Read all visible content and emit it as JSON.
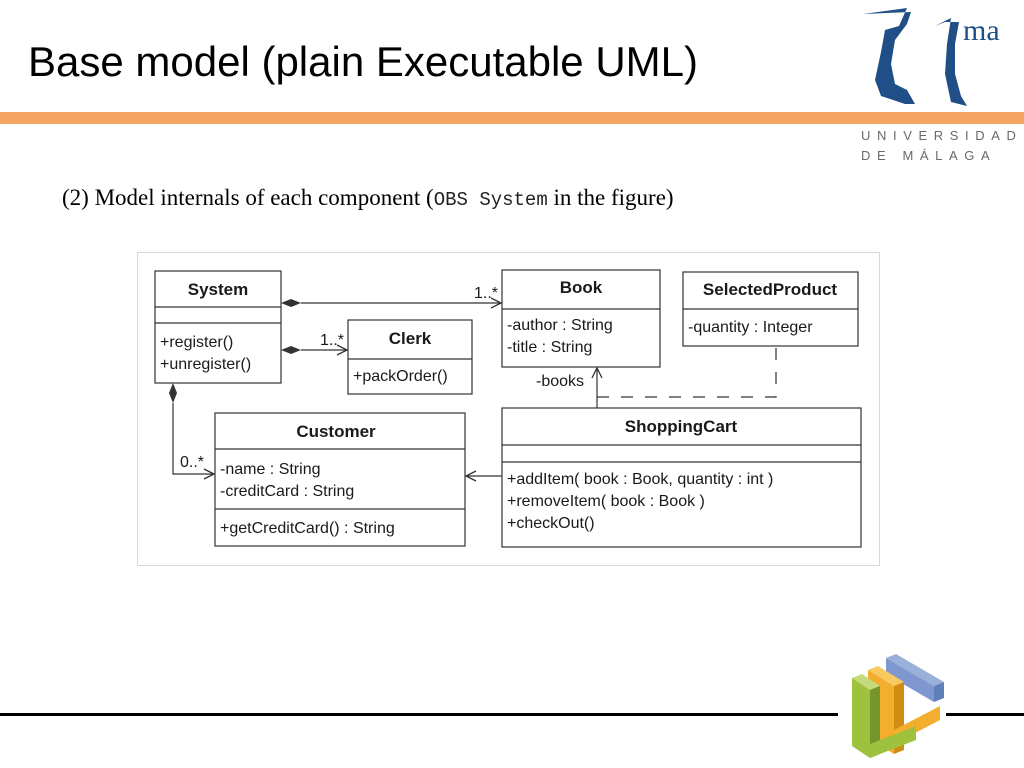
{
  "slide": {
    "title": "Base model (plain Executable UML)",
    "subtitle_prefix": "(2) Model internals of each component (",
    "subtitle_code": "OBS System",
    "subtitle_suffix": " in the figure)"
  },
  "logo": {
    "mark": "ma",
    "line1": "UNIVERSIDAD",
    "line2": "DE MÁLAGA"
  },
  "colors": {
    "accent_bar": "#f4a463",
    "logo_blue": "#1f4f86"
  },
  "diagram": {
    "classes": {
      "system": {
        "name": "System",
        "attributes": [],
        "operations": [
          "+register()",
          "+unregister()"
        ]
      },
      "book": {
        "name": "Book",
        "attributes": [
          "-author : String",
          "-title : String"
        ],
        "operations": []
      },
      "selected_product": {
        "name": "SelectedProduct",
        "attributes": [
          "-quantity : Integer"
        ],
        "operations": []
      },
      "clerk": {
        "name": "Clerk",
        "attributes": [],
        "operations": [
          "+packOrder()"
        ]
      },
      "customer": {
        "name": "Customer",
        "attributes": [
          "-name : String",
          "-creditCard : String"
        ],
        "operations": [
          "+getCreditCard() : String"
        ]
      },
      "shopping_cart": {
        "name": "ShoppingCart",
        "attributes": [],
        "operations": [
          "+addItem( book : Book, quantity : int )",
          "+removeItem( book : Book )",
          "+checkOut()"
        ]
      }
    },
    "labels": {
      "system_book_mult": "1..*",
      "system_clerk_mult": "1..*",
      "system_customer_mult": "0..*",
      "cart_book_role": "-books"
    }
  }
}
